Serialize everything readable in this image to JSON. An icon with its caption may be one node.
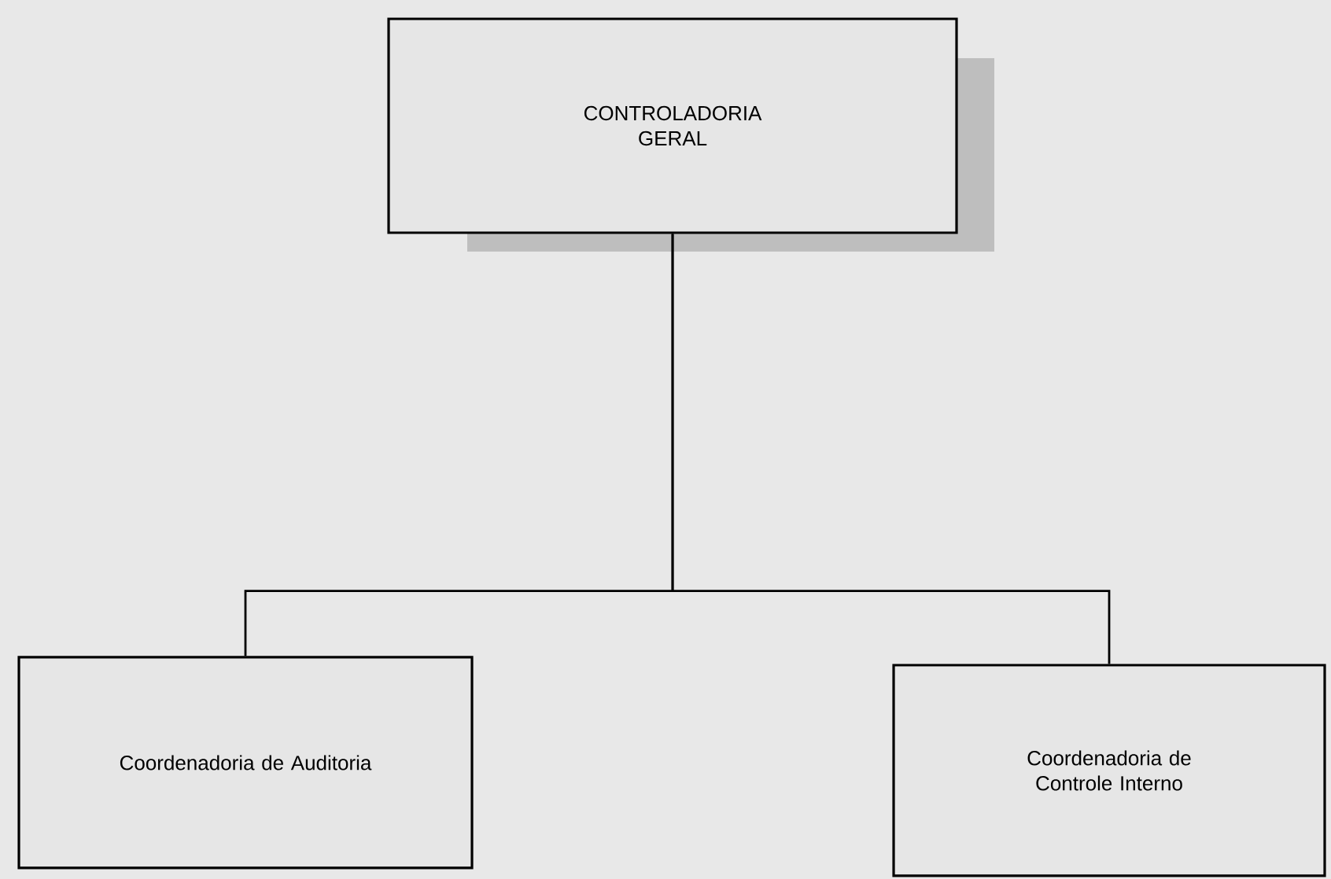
{
  "diagram": {
    "nodes": [
      {
        "text": [
          "CONTROLADORIA GERAL"
        ]
      },
      {
        "text": [
          "Coordenadoria de Auditoria"
        ]
      },
      {
        "text": [
          "Coordenadoria de Controle Interno"
        ]
      }
    ],
    "edges": [
      {
        "from": 0,
        "to": 1,
        "arrow": "none"
      },
      {
        "from": 0,
        "to": 2,
        "arrow": "none"
      }
    ]
  }
}
